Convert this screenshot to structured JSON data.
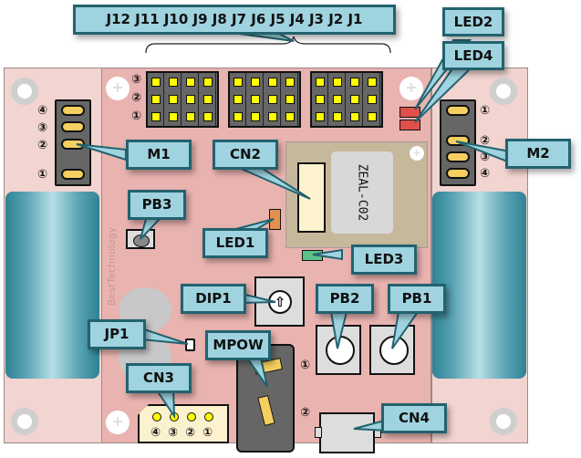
{
  "diagram": {
    "module_label": "ZEAL-C02",
    "silkscreen_brand": "BestTechnology",
    "callouts": {
      "jumpers": "J12 J11 J10 J9 J8 J7 J6 J5 J4 J3 J2 J1",
      "led2": "LED2",
      "led4": "LED4",
      "m1": "M1",
      "m2": "M2",
      "cn2": "CN2",
      "pb3": "PB3",
      "led1": "LED1",
      "led3": "LED3",
      "dip1": "DIP1",
      "pb2": "PB2",
      "pb1": "PB1",
      "jp1": "JP1",
      "mpow": "MPOW",
      "cn3": "CN3",
      "cn4": "CN4"
    },
    "header_row_numbers": [
      "③",
      "②",
      "①"
    ],
    "m1_pin_numbers": [
      "④",
      "③",
      "②",
      "①"
    ],
    "m2_pin_numbers": [
      "①",
      "②",
      "③",
      "④"
    ],
    "cn3_pin_numbers": [
      "④",
      "③",
      "②",
      "①"
    ],
    "mpow_positions": [
      "①",
      "②"
    ],
    "colors": {
      "callout_fill": "#9fd3df",
      "callout_border": "#23626f",
      "pcb_main": "#e9b3b0",
      "pcb_side": "#f2d4d0",
      "pin_yellow": "#ffff00",
      "led_red": "#e0504a",
      "led_orange": "#e39050",
      "led_green": "#5cc28a"
    }
  }
}
